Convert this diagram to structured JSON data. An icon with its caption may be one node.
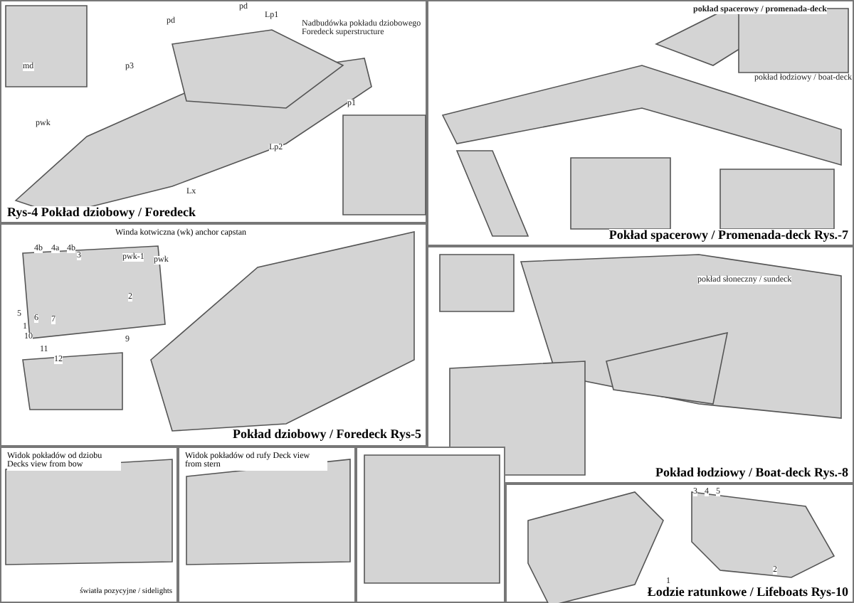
{
  "diagram": {
    "nodes": [
      {
        "text": [
          "Rys-4 Pokład dziobowy / Foredeck"
        ]
      },
      {
        "text": [
          "Pokład spacerowy / Promenada-deck Rys.-7"
        ]
      },
      {
        "text": [
          "Winda kotwiczna (wk) anchor capstan",
          "Pokład dziobowy / Foredeck Rys-5"
        ]
      },
      {
        "text": [
          "Pokład łodziowy / Boat-deck Rys.-8"
        ]
      },
      {
        "text": [
          "Widok pokładów od dziobu Decks view from bow",
          "światła pozycyjne / sidelights"
        ]
      },
      {
        "text": [
          "Widok pokładów od rufy Deck view from stern"
        ]
      },
      {
        "text": [],
        "shape": "picture"
      },
      {
        "text": [
          "Łodzie ratunkowe / Lifeboats Rys-10"
        ]
      }
    ],
    "labels": [
      "Nadbudówka pokładu dziobowego Foredeck superstructure",
      "pd",
      "Lp1",
      "pd",
      "p3",
      "pwk",
      "p1",
      "Lp2",
      "Lx",
      "md",
      "4b",
      "4a",
      "4b",
      "3",
      "pwk-1",
      "pwk",
      "2",
      "5",
      "6",
      "7",
      "1",
      "9",
      "10",
      "11",
      "12",
      "pokład spacerowy / promenada-deck",
      "pokład łodziowy / boat-deck",
      "pokład słoneczny / sundeck",
      "3",
      "4",
      "5",
      "1",
      "2"
    ]
  }
}
